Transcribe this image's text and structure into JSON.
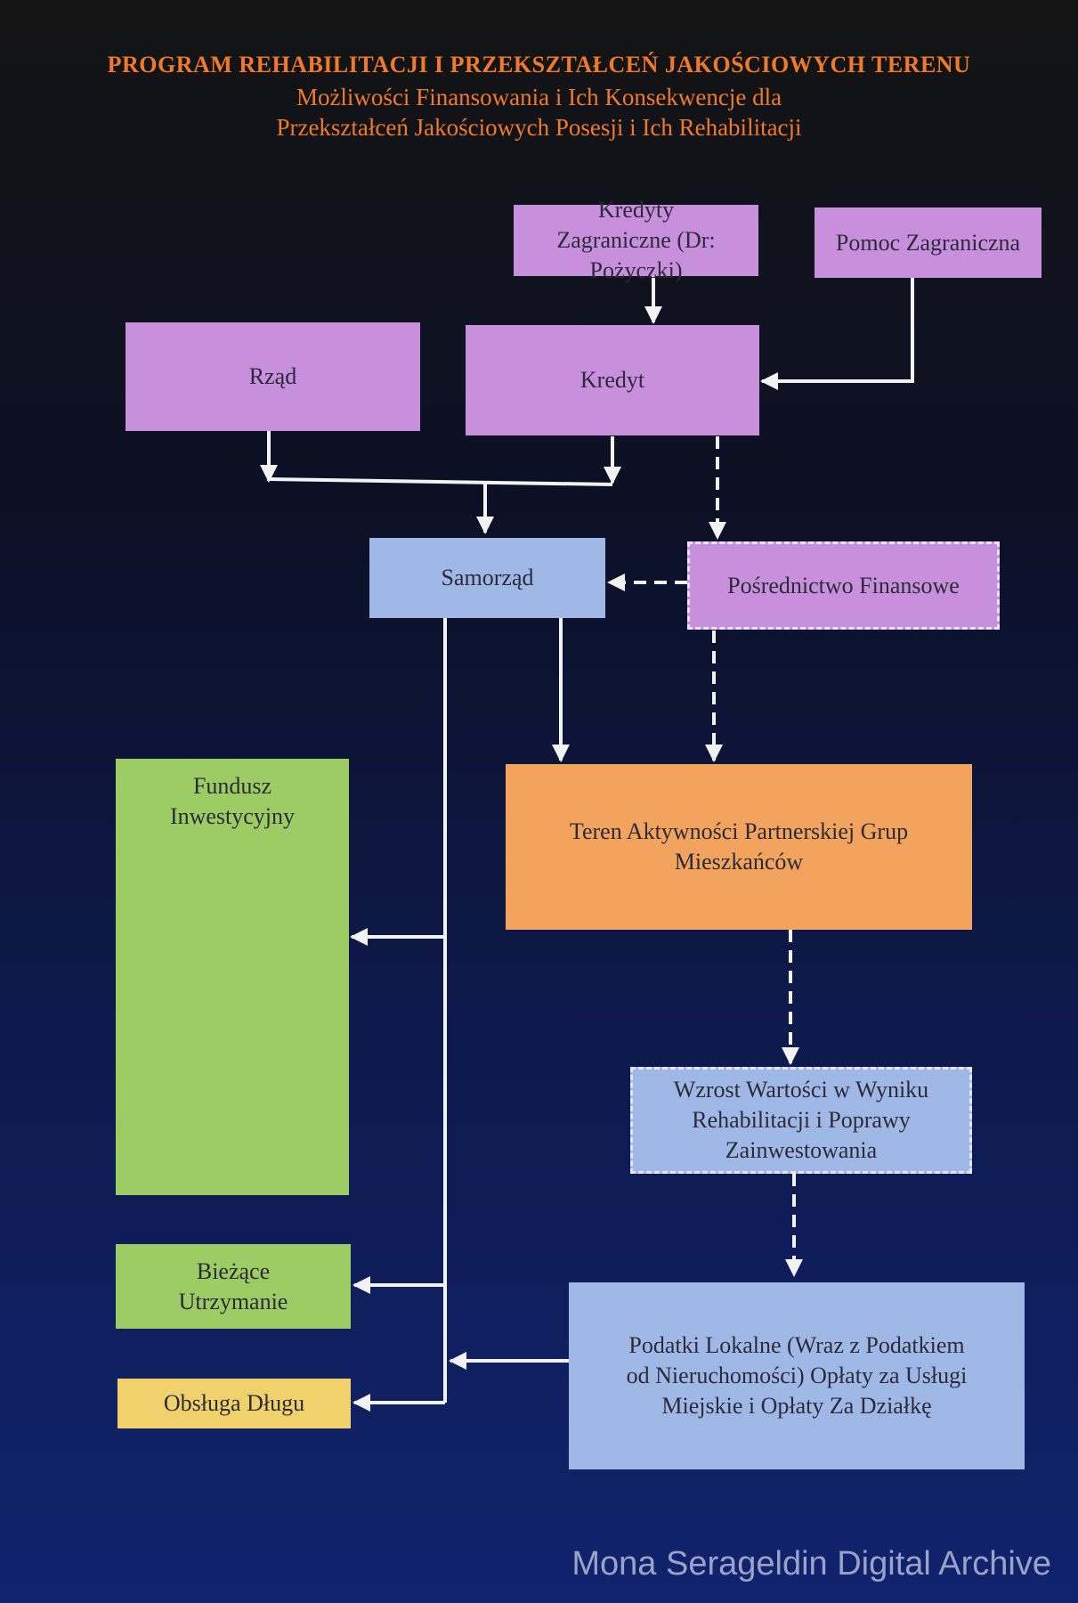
{
  "title": "PROGRAM REHABILITACJI I PRZEKSZTAŁCEŃ JAKOŚCIOWYCH TERENU",
  "subtitle": "Możliwości Finansowania i Ich Konsekwencje dla Przekształceń Jakościowych Posesji i Ich Rehabilitacji",
  "nodes": {
    "kredyty_zagraniczne": "Kredyty Zagraniczne (Dr: Pożyczki)",
    "pomoc_zagraniczna": "Pomoc Zagraniczna",
    "rzad": "Rząd",
    "kredyt": "Kredyt",
    "samorzad": "Samorząd",
    "posrednictwo": "Pośrednictwo Finansowe",
    "fundusz": "Fundusz Inwestycyjny",
    "teren": "Teren Aktywności Partnerskiej Grup Mieszkańców",
    "wzrost": "Wzrost Wartości w Wyniku Rehabilitacji i Poprawy Zainwestowania",
    "biezace": "Bieżące Utrzymanie",
    "podatki": "Podatki Lokalne (Wraz z Podatkiem od Nieruchomości) Opłaty za Usługi Miejskie i Opłaty Za Działkę",
    "obsluga": "Obsługa Długu"
  },
  "colors": {
    "purple": "#c88fdc",
    "blue": "#9fb8e6",
    "green": "#9ccc63",
    "orange": "#f2a35e",
    "yellow": "#f1d16b",
    "title": "#f07a2a",
    "lines": "#f2f2f2"
  },
  "watermark": "Mona Serageldin Digital Archive"
}
